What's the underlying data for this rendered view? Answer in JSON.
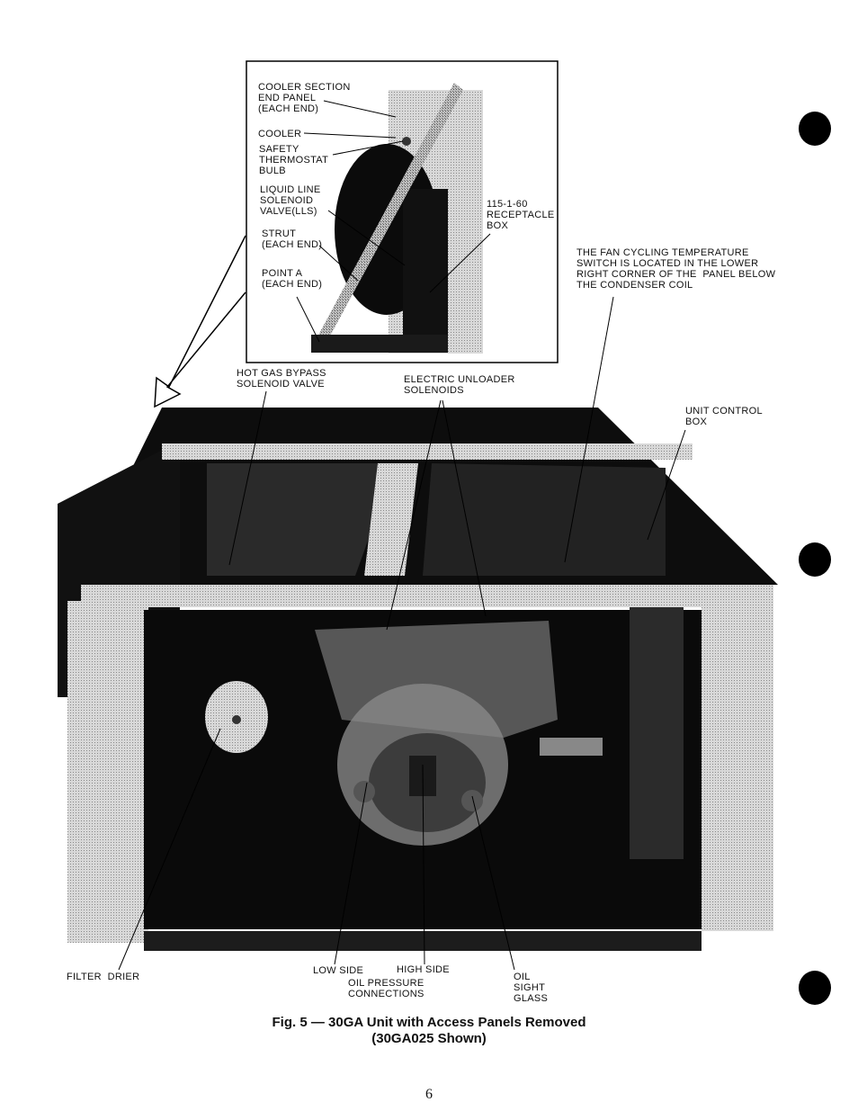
{
  "inset_labels": {
    "cooler_section_end_panel": "COOLER SECTION\nEND PANEL\n(EACH END)",
    "cooler": "COOLER",
    "safety_thermostat_bulb": "SAFETY\nTHERMOSTAT\nBULB",
    "liquid_line_solenoid": "LIQUID LINE\nSOLENOID\nVALVE(LLS)",
    "strut": "STRUT\n(EACH END)",
    "point_a": "POINT A\n(EACH END)",
    "receptacle_box": "115-1-60\nRECEPTACLE\nBOX"
  },
  "labels": {
    "hot_gas_bypass": "HOT GAS BYPASS\nSOLENOID VALVE",
    "electric_unloader": "ELECTRIC UNLOADER\nSOLENOIDS",
    "fan_cycling": "THE FAN CYCLING TEMPERATURE\nSWITCH IS LOCATED IN THE LOWER\nRIGHT CORNER OF THE  PANEL BELOW\nTHE CONDENSER COIL",
    "unit_control_box": "UNIT CONTROL\nBOX",
    "filter_drier": "FILTER  DRIER",
    "low_side": "LOW SIDE",
    "high_side": "HIGH SIDE",
    "oil_pressure_connections": "OIL PRESSURE\nCONNECTIONS",
    "oil_sight_glass": "OIL\nSIGHT\nGLASS"
  },
  "caption": {
    "line1": "Fig. 5 — 30GA Unit with Access Panels Removed",
    "line2": "(30GA025 Shown)"
  },
  "page_number": "6"
}
